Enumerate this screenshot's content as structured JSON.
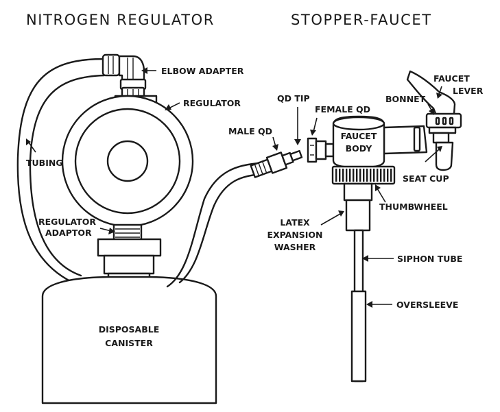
{
  "titles": {
    "left": "NITROGEN REGULATOR",
    "right": "STOPPER-FAUCET"
  },
  "labels": {
    "elbow_adapter": "ELBOW ADAPTER",
    "regulator": "REGULATOR",
    "tubing": "TUBING",
    "regulator_adaptor_1": "REGULATOR",
    "regulator_adaptor_2": "ADAPTOR",
    "disposable_canister_1": "DISPOSABLE",
    "disposable_canister_2": "CANISTER",
    "qd_tip": "QD TIP",
    "female_qd": "FEMALE QD",
    "male_qd": "MALE QD",
    "faucet_body_1": "FAUCET",
    "faucet_body_2": "BODY",
    "bonnet": "BONNET",
    "faucet_lever_1": "FAUCET",
    "faucet_lever_2": "LEVER",
    "seat_cup": "SEAT CUP",
    "thumbwheel": "THUMBWHEEL",
    "latex_washer_1": "LATEX",
    "latex_washer_2": "EXPANSION",
    "latex_washer_3": "WASHER",
    "siphon_tube": "SIPHON TUBE",
    "oversleeve": "OVERSLEEVE"
  }
}
